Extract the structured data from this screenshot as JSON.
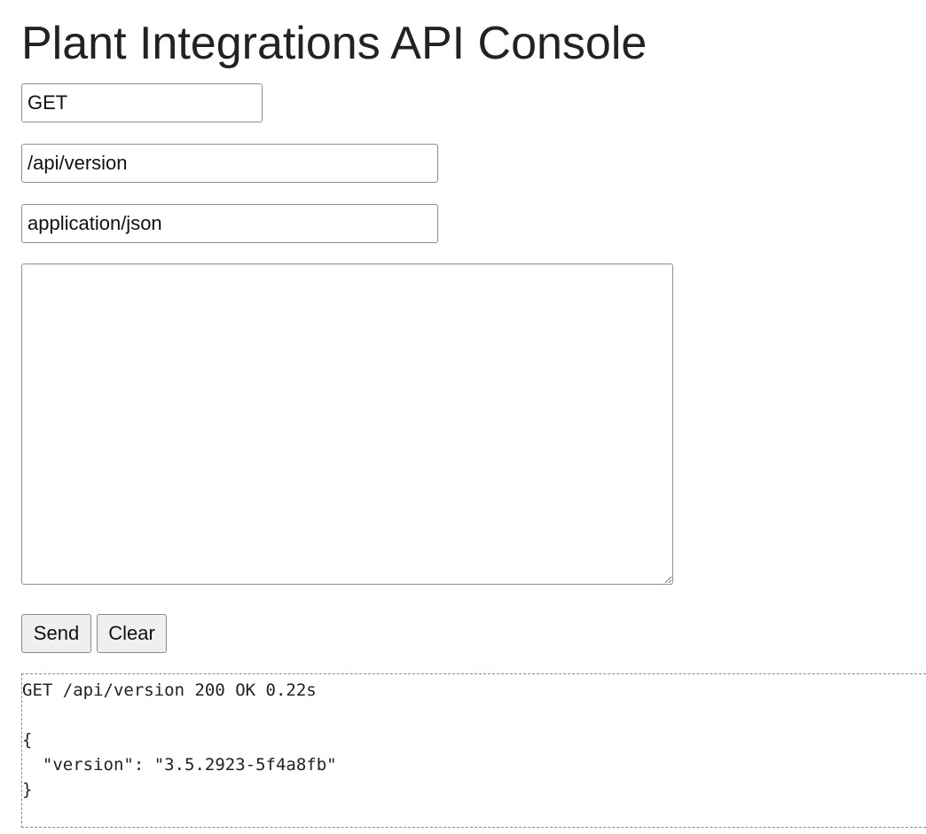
{
  "header": {
    "title": "Plant Integrations API Console"
  },
  "form": {
    "method_value": "GET",
    "path_value": "/api/version",
    "content_type_value": "application/json",
    "body_value": ""
  },
  "buttons": {
    "send_label": "Send",
    "clear_label": "Clear"
  },
  "response": {
    "status_line": "GET /api/version 200 OK 0.22s",
    "body_lines": [
      "",
      "{",
      "  \"version\": \"3.5.2923-5f4a8fb\"",
      "}"
    ]
  }
}
